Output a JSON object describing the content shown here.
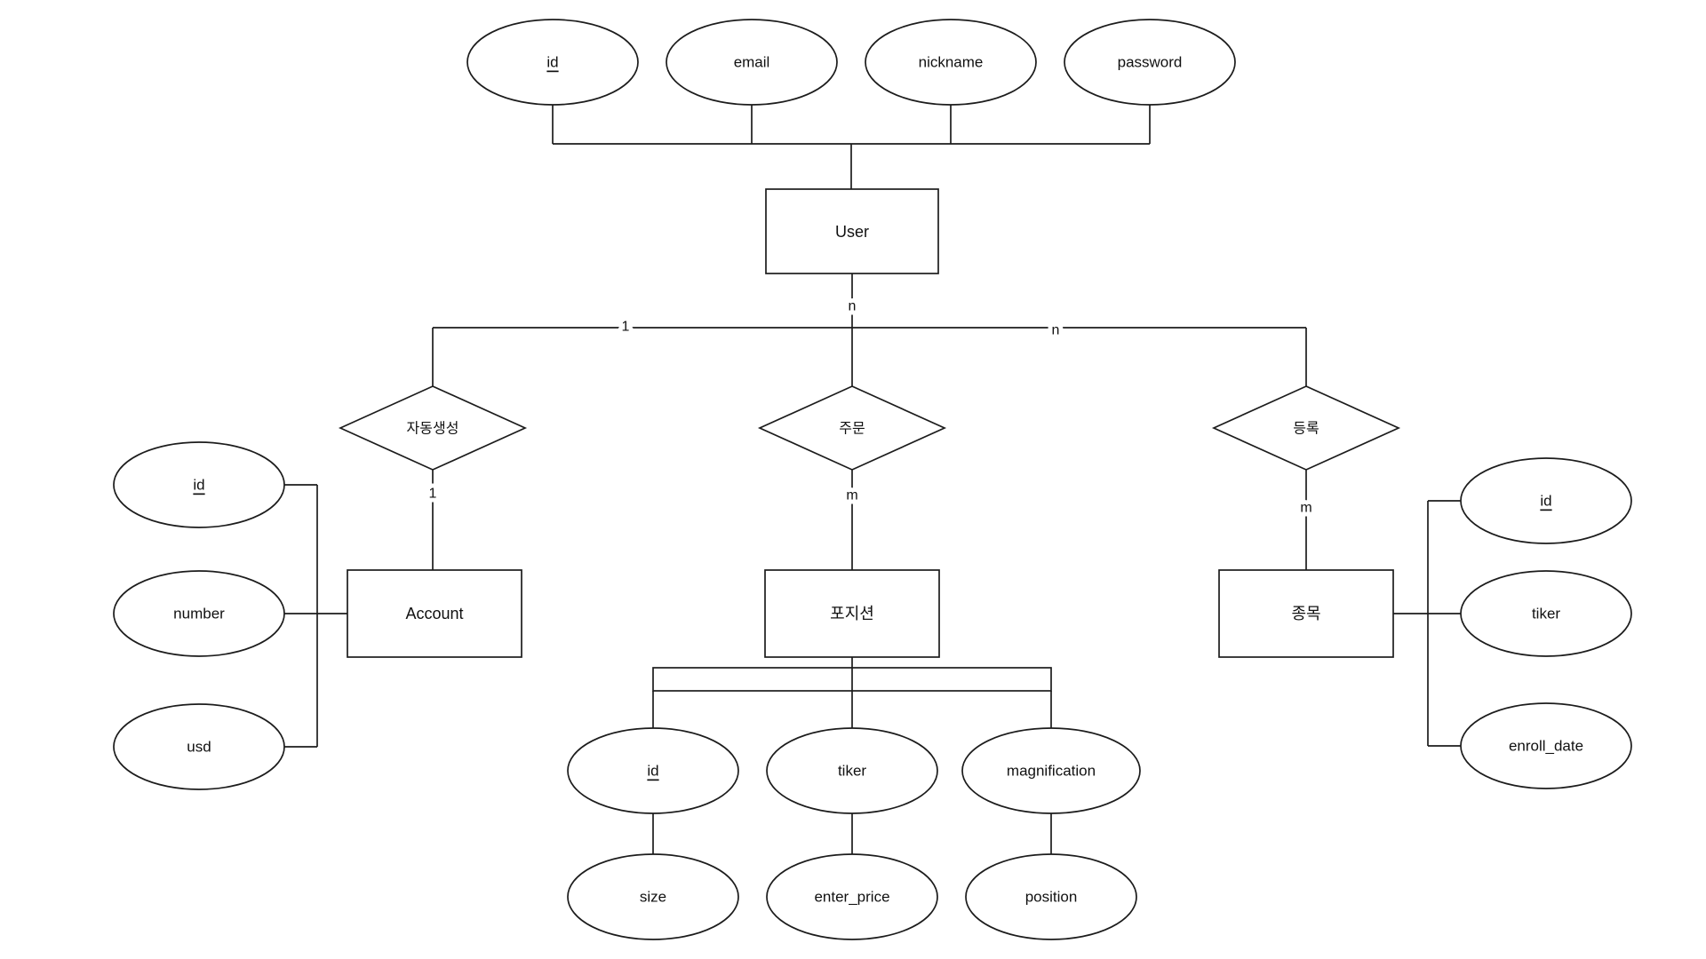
{
  "diagram_type": "entity-relationship",
  "colors": {
    "background": "#ffffff",
    "line": "#1c1c1c",
    "text": "#111111"
  },
  "entities": {
    "user": {
      "label": "User",
      "attributes": {
        "id": "id",
        "email": "email",
        "nickname": "nickname",
        "password": "password"
      },
      "primary_key": "id"
    },
    "account": {
      "label": "Account",
      "attributes": {
        "id": "id",
        "number": "number",
        "usd": "usd"
      },
      "primary_key": "id"
    },
    "position": {
      "label": "포지션",
      "attributes": {
        "id": "id",
        "tiker": "tiker",
        "magnification": "magnification",
        "size": "size",
        "enter_price": "enter_price",
        "position": "position"
      },
      "primary_key": "id"
    },
    "stock": {
      "label": "종목",
      "attributes": {
        "id": "id",
        "tiker": "tiker",
        "enroll_date": "enroll_date"
      },
      "primary_key": "id"
    }
  },
  "relationships": {
    "auto_create": {
      "label": "자동생성",
      "from": "User",
      "to": "Account",
      "user_cardinality": "1",
      "entity_cardinality": "1"
    },
    "order": {
      "label": "주문",
      "from": "User",
      "to": "포지션",
      "user_cardinality": "n",
      "entity_cardinality": "m"
    },
    "register": {
      "label": "등록",
      "from": "User",
      "to": "종목",
      "user_cardinality": "n",
      "entity_cardinality": "m"
    }
  }
}
